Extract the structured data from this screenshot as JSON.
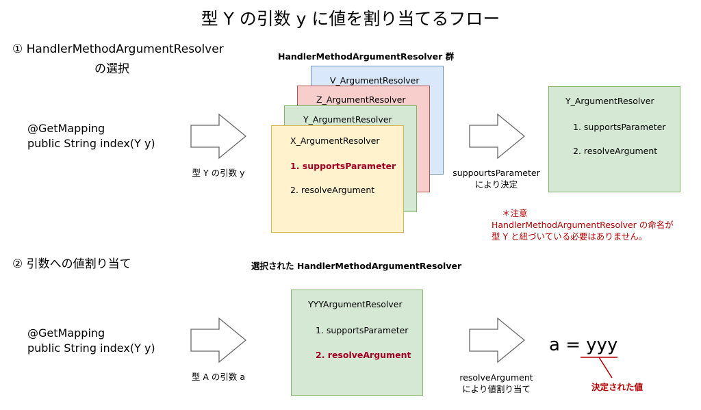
{
  "title": "型 Y の引数 y に値を割り当てるフロー",
  "section1": {
    "heading_line1": "① HandlerMethodArgumentResolver",
    "heading_line2": "の選択",
    "code_line1": "@GetMapping",
    "code_line2": "public String index(Y y)",
    "arrow_label": "型 Y の引数 y",
    "group_label": "HandlerMethodArgumentResolver 群",
    "resolvers": {
      "v": "V_ArgumentResolver",
      "z": "Z_ArgumentResolver",
      "y": "Y_ArgumentResolver",
      "x": "X_ArgumentResolver"
    },
    "x_item1": "1. supportsParameter",
    "x_item2": "2. resolveArgument",
    "arrow2_label_line1": "suppourtsParameter",
    "arrow2_label_line2": "により決定",
    "selected": {
      "name": "Y_ArgumentResolver",
      "item1": "1. supportsParameter",
      "item2": "2. resolveArgument"
    },
    "note_line1": "＊注意",
    "note_line2": "HandlerMethodArgumentResolver の命名が",
    "note_line3": "型 Y と紐づいている必要はありません。"
  },
  "section2": {
    "heading": "② 引数への値割り当て",
    "code_line1": "@GetMapping",
    "code_line2": "public String index(Y y)",
    "arrow_label": "型 A の引数 a",
    "selected_label": "選択された HandlerMethodArgumentResolver",
    "resolver": {
      "name": "YYYArgumentResolver",
      "item1": "1. supportsParameter",
      "item2": "2. resolveArgument"
    },
    "arrow2_label_line1": "resolveArgument",
    "arrow2_label_line2": "により値割り当て",
    "result": "a = yyy",
    "result_note": "決定された値"
  },
  "colors": {
    "blue_fill": "#dae8fc",
    "red_fill": "#f8cecc",
    "green_fill": "#d5e8d4",
    "yellow_fill": "#fff2cc",
    "emphasis": "#a20025",
    "note": "#b20000"
  }
}
